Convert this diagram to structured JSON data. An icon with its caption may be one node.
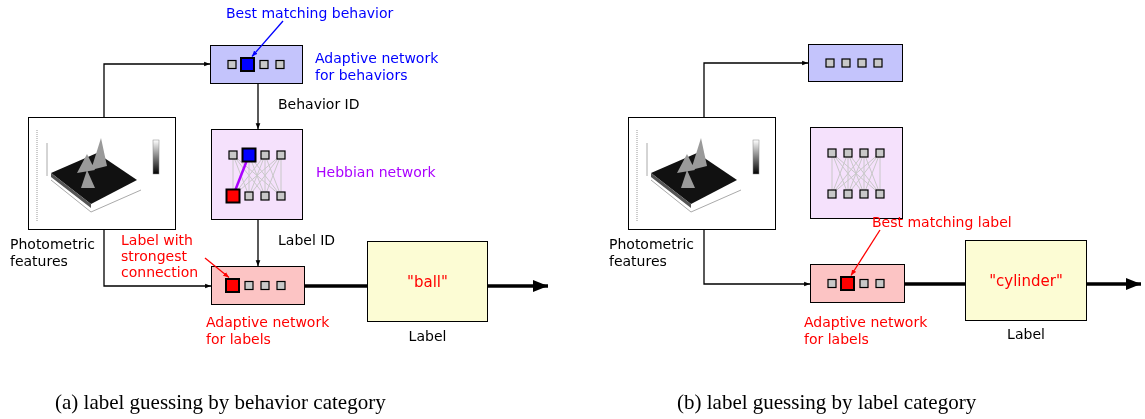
{
  "diagram": {
    "nodes": [
      {
        "text": [],
        "shape": "picture",
        "beside": [
          "Photometric features"
        ]
      },
      {
        "text": [],
        "shape": "box",
        "beside": [
          "Adaptive network for behaviors"
        ]
      },
      {
        "text": [
          "Best matching behavior"
        ]
      },
      {
        "text": [],
        "shape": "box",
        "in": 1
      },
      {
        "text": [],
        "shape": "box",
        "beside": [
          "Hebbian network"
        ]
      },
      {
        "text": [],
        "shape": "box",
        "beside": [
          "Adaptive network for labels"
        ]
      },
      {
        "text": [
          "Label with strongest connection"
        ]
      },
      {
        "text": [],
        "shape": "box",
        "in": 5
      },
      {
        "text": [
          "\"ball\""
        ],
        "beside": [
          "Label"
        ]
      },
      {
        "text": [],
        "shape": "picture",
        "beside": [
          "Photometric features"
        ]
      },
      {
        "text": [],
        "shape": "box"
      },
      {
        "text": [],
        "shape": "box"
      },
      {
        "text": [
          "Best matching label"
        ]
      },
      {
        "text": [],
        "shape": "box",
        "beside": [
          "Adaptive network for labels"
        ]
      },
      {
        "text": [],
        "shape": "box",
        "in": 13
      },
      {
        "text": [
          "\"cylinder\""
        ],
        "beside": [
          "Label"
        ]
      }
    ],
    "edges": [
      {
        "from": 0,
        "to": 1,
        "arrow": "to"
      },
      {
        "from": 1,
        "to": 4,
        "arrow": "to",
        "label": "Behavior ID"
      },
      {
        "from": 4,
        "to": 5,
        "arrow": "to",
        "label": "Label ID"
      },
      {
        "from": 0,
        "to": 5,
        "arrow": "to"
      },
      {
        "from": 2,
        "to": 3,
        "arrow": "to",
        "color": "#0000ff"
      },
      {
        "from": 6,
        "to": 7,
        "arrow": "to",
        "color": "#ff0000"
      },
      {
        "from": 5,
        "to": 8,
        "arrow": "none",
        "style": "thick"
      },
      {
        "from": 8,
        "to": null,
        "arrow": "to",
        "style": "thick"
      },
      {
        "from": 9,
        "to": 10,
        "arrow": "to"
      },
      {
        "from": 9,
        "to": 13,
        "arrow": "to"
      },
      {
        "from": 12,
        "to": 14,
        "arrow": "to",
        "color": "#ff0000"
      },
      {
        "from": 13,
        "to": 15,
        "arrow": "none",
        "style": "thick"
      },
      {
        "from": 15,
        "to": null,
        "arrow": "to",
        "style": "thick"
      }
    ],
    "labels": [
      "(a) label guessing by behavior category",
      "(b) label guessing by label category"
    ]
  }
}
